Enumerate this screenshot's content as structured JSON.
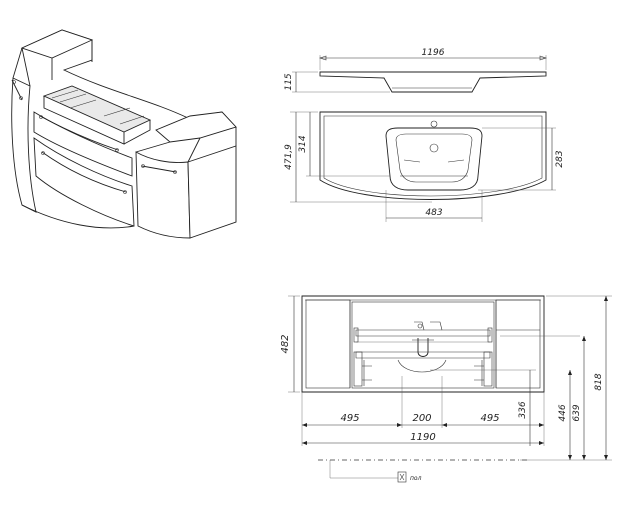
{
  "top_view": {
    "width": "1196",
    "thickness": "115",
    "depth": "471,9",
    "bowl_offset": "314",
    "bowl_depth": "283",
    "bowl_width": "483"
  },
  "front_view": {
    "height": "482",
    "left_module": "495",
    "center_module": "200",
    "right_module": "495",
    "total_width": "1190",
    "drain_height": "336",
    "mount_low": "446",
    "mount_mid": "639",
    "mount_top": "818",
    "floor_label": "пол"
  }
}
